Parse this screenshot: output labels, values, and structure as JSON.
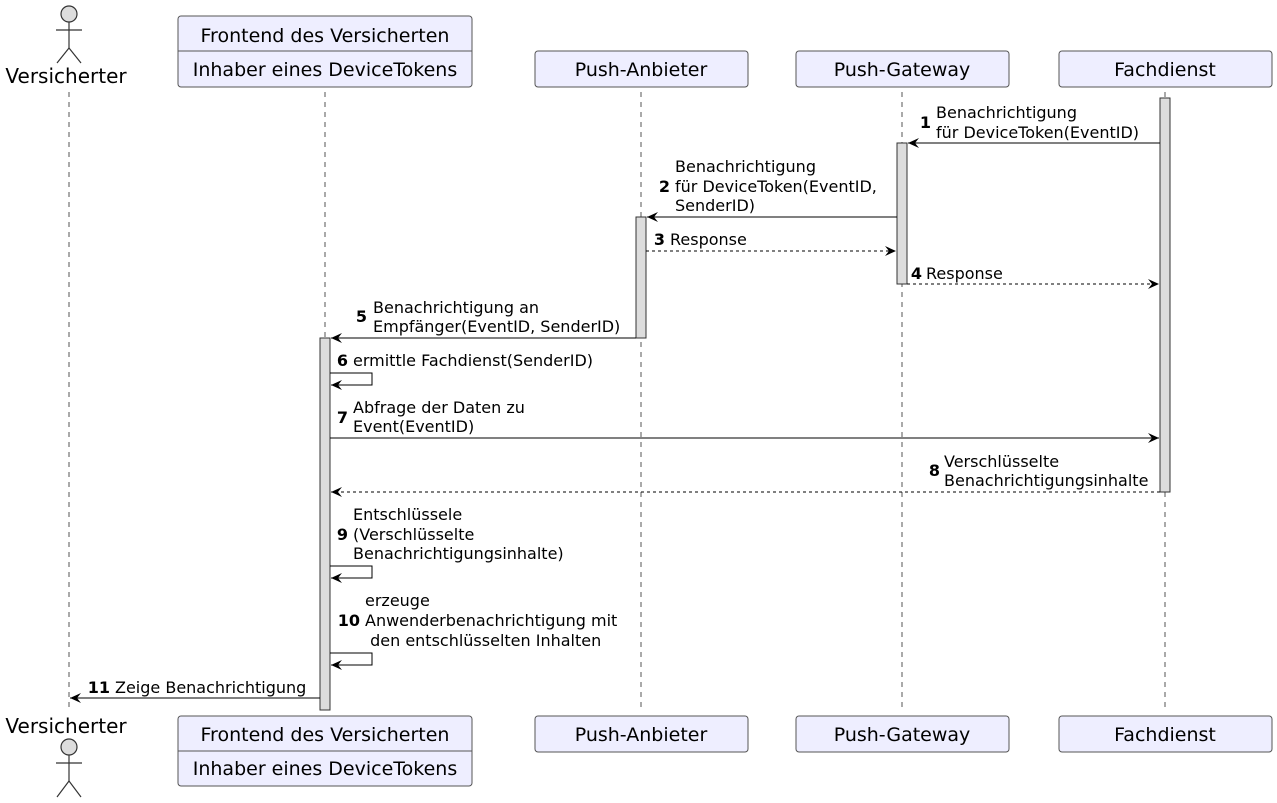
{
  "participants": {
    "versicherter": {
      "name": "Versicherter"
    },
    "frontend": {
      "title": "Frontend des Versicherten",
      "subtitle": "Inhaber eines DeviceTokens"
    },
    "push_anbieter": {
      "title": "Push-Anbieter"
    },
    "push_gateway": {
      "title": "Push-Gateway"
    },
    "fachdienst": {
      "title": "Fachdienst"
    }
  },
  "messages": [
    {
      "num": "1",
      "lines": [
        "Benachrichtigung",
        "für DeviceToken(EventID)"
      ]
    },
    {
      "num": "2",
      "lines": [
        "Benachrichtigung",
        "für DeviceToken(EventID,",
        "SenderID)"
      ]
    },
    {
      "num": "3",
      "lines": [
        "Response"
      ]
    },
    {
      "num": "4",
      "lines": [
        "Response"
      ]
    },
    {
      "num": "5",
      "lines": [
        "Benachrichtigung an",
        "Empfänger(EventID, SenderID)"
      ]
    },
    {
      "num": "6",
      "lines": [
        "ermittle Fachdienst(SenderID)"
      ]
    },
    {
      "num": "7",
      "lines": [
        "Abfrage der Daten zu",
        "Event(EventID)"
      ]
    },
    {
      "num": "8",
      "lines": [
        "Verschlüsselte",
        "Benachrichtigungsinhalte"
      ]
    },
    {
      "num": "9",
      "lines": [
        "Entschlüssele",
        "(Verschlüsselte",
        "Benachrichtigungsinhalte)"
      ]
    },
    {
      "num": "10",
      "lines": [
        "erzeuge",
        "Anwenderbenachrichtigung mit",
        " den entschlüsselten Inhalten"
      ]
    },
    {
      "num": "11",
      "lines": [
        "Zeige Benachrichtigung"
      ]
    }
  ]
}
